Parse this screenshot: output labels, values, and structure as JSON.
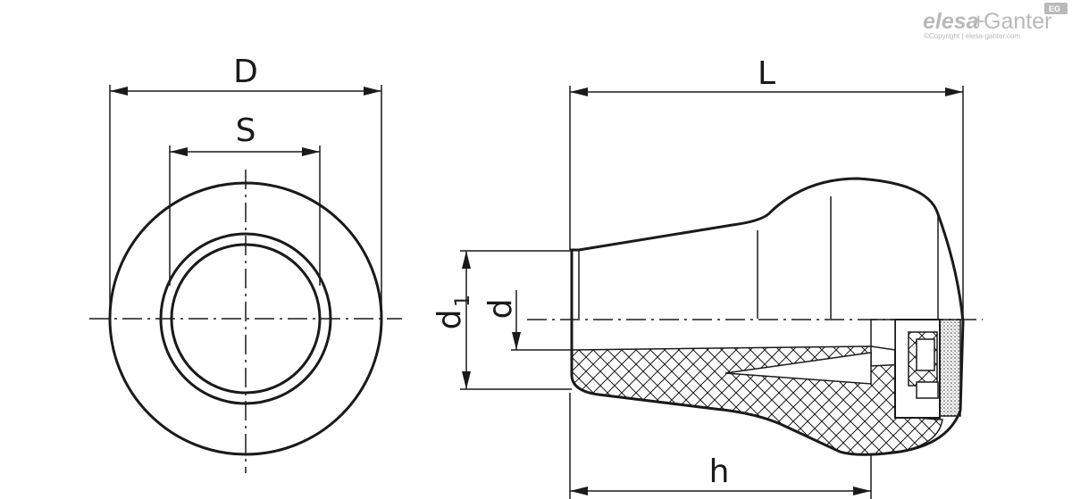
{
  "brand": {
    "name_bold": "elesa",
    "name_sep": "+",
    "name_light": "Ganter",
    "badge": "EG",
    "copyright": "©Copyright | elesa-ganter.com"
  },
  "dimensions": {
    "D": "D",
    "S": "S",
    "L": "L",
    "h": "h",
    "d1_main": "d",
    "d1_sub": "1",
    "d": "d"
  }
}
